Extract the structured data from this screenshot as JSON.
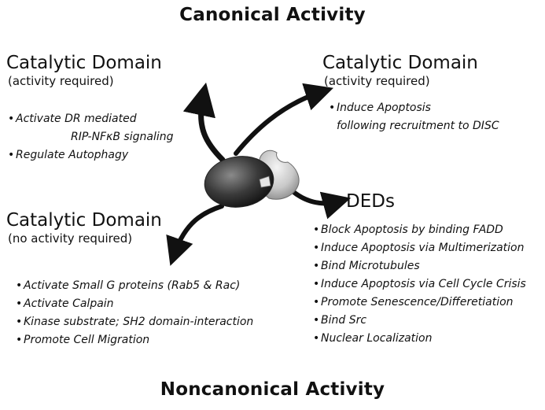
{
  "titles": {
    "top": "Canonical Activity",
    "bottom": "Noncanonical Activity"
  },
  "top_left": {
    "heading": "Catalytic Domain",
    "subheading": "(activity required)",
    "items": [
      "Activate DR mediated",
      "RIP-NFκB signaling",
      "Regulate Autophagy"
    ]
  },
  "top_right": {
    "heading": "Catalytic Domain",
    "subheading": "(activity required)",
    "items": [
      "Induce Apoptosis",
      "following recruitment to DISC"
    ]
  },
  "bottom_left": {
    "heading": "Catalytic Domain",
    "subheading": "(no activity required)",
    "items": [
      "Activate Small G proteins (Rab5 & Rac)",
      "Activate Calpain",
      "Kinase substrate; SH2 domain-interaction",
      "Promote Cell Migration"
    ]
  },
  "right": {
    "heading": "DEDs",
    "items": [
      "Block Apoptosis by binding FADD",
      "Induce Apoptosis via Multimerization",
      "Bind Microtubules",
      "Induce Apoptosis via Cell Cycle Crisis",
      "Promote Senescence/Differetiation",
      "Bind Src",
      "Nuclear Localization"
    ]
  }
}
